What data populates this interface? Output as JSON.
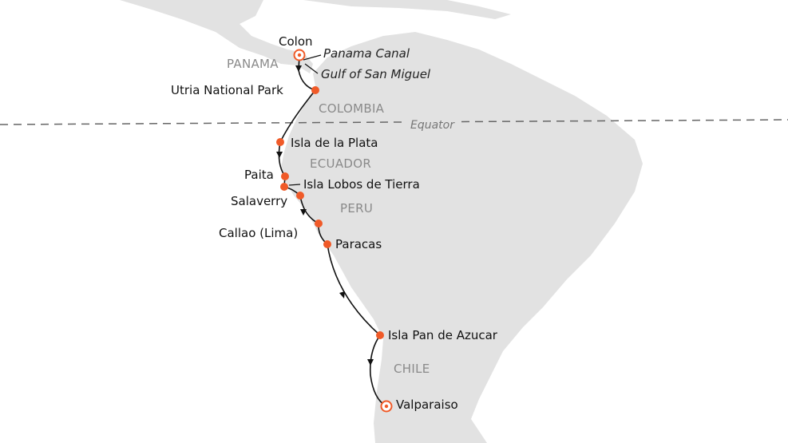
{
  "colors": {
    "land": "#e2e2e2",
    "route": "#111111",
    "port": "#f05a28",
    "background": "#ffffff"
  },
  "equator": {
    "label": "Equator"
  },
  "countries": [
    "PANAMA",
    "COLOMBIA",
    "ECUADOR",
    "PERU",
    "CHILE"
  ],
  "waypoints": [
    "Panama Canal",
    "Gulf of San Miguel"
  ],
  "ports": [
    {
      "name": "Colon",
      "type": "start"
    },
    {
      "name": "Utria National Park",
      "type": "stop"
    },
    {
      "name": "Isla de la Plata",
      "type": "stop"
    },
    {
      "name": "Paita",
      "type": "stop"
    },
    {
      "name": "Isla Lobos de Tierra",
      "type": "stop"
    },
    {
      "name": "Salaverry",
      "type": "stop"
    },
    {
      "name": "Callao (Lima)",
      "type": "stop"
    },
    {
      "name": "Paracas",
      "type": "stop"
    },
    {
      "name": "Isla Pan de Azucar",
      "type": "stop"
    },
    {
      "name": "Valparaiso",
      "type": "end"
    }
  ]
}
